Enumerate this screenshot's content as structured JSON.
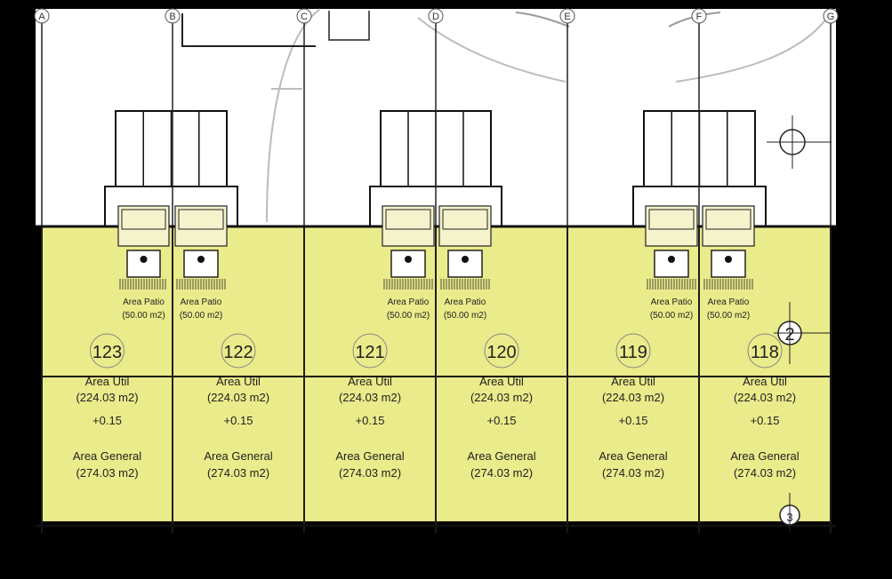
{
  "colors": {
    "unit_fill": "#eaeb8a",
    "background": "#000000",
    "lines": "#111111",
    "paper": "#ffffff"
  },
  "grid_axes": [
    "A",
    "B",
    "C",
    "D",
    "E",
    "F",
    "G"
  ],
  "section_markers": [
    "2",
    "3"
  ],
  "units": [
    {
      "number": "123",
      "patio_label": "Area Patio",
      "patio_area": "(50.00 m2)",
      "useful_label": "Area Util",
      "useful_area": "(224.03 m2)",
      "level": "+0.15",
      "general_label": "Area General",
      "general_area": "(274.03 m2)"
    },
    {
      "number": "122",
      "patio_label": "Area Patio",
      "patio_area": "(50.00 m2)",
      "useful_label": "Area Util",
      "useful_area": "(224.03 m2)",
      "level": "+0.15",
      "general_label": "Area General",
      "general_area": "(274.03 m2)"
    },
    {
      "number": "121",
      "patio_label": "Area Patio",
      "patio_area": "(50.00 m2)",
      "useful_label": "Area Util",
      "useful_area": "(224.03 m2)",
      "level": "+0.15",
      "general_label": "Area General",
      "general_area": "(274.03 m2)"
    },
    {
      "number": "120",
      "patio_label": "Area Patio",
      "patio_area": "(50.00 m2)",
      "useful_label": "Area Util",
      "useful_area": "(224.03 m2)",
      "level": "+0.15",
      "general_label": "Area General",
      "general_area": "(274.03 m2)"
    },
    {
      "number": "119",
      "patio_label": "Area Patio",
      "patio_area": "(50.00 m2)",
      "useful_label": "Area Util",
      "useful_area": "(224.03 m2)",
      "level": "+0.15",
      "general_label": "Area General",
      "general_area": "(274.03 m2)"
    },
    {
      "number": "118",
      "patio_label": "Area Patio",
      "patio_area": "(50.00 m2)",
      "useful_label": "Area Util",
      "useful_area": "(224.03 m2)",
      "level": "+0.15",
      "general_label": "Area General",
      "general_area": "(274.03 m2)"
    }
  ]
}
